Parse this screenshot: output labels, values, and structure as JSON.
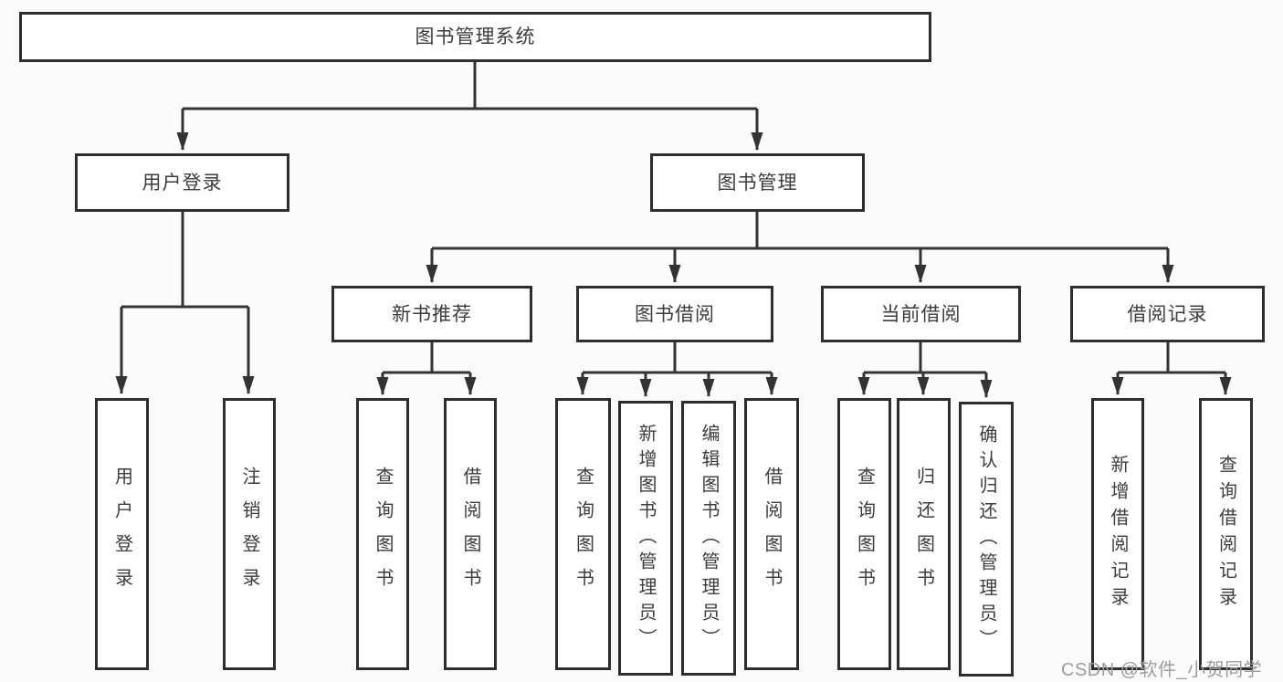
{
  "colors": {
    "background": "#fbfbfb",
    "box_bg": "#ffffff",
    "border": "#2e2e2e",
    "line": "#333333",
    "text": "#3c3c3c",
    "watermark": "#9c9c9c"
  },
  "root": {
    "label": "图书管理系统"
  },
  "branches": {
    "user_login": {
      "label": "用户登录"
    },
    "book_mgmt": {
      "label": "图书管理"
    }
  },
  "modules": {
    "new_book_rec": {
      "label": "新书推荐"
    },
    "book_borrow": {
      "label": "图书借阅"
    },
    "current_borrow": {
      "label": "当前借阅"
    },
    "borrow_records": {
      "label": "借阅记录"
    }
  },
  "leaves": {
    "user_login": {
      "label": "用户登录"
    },
    "logout_login": {
      "label": "注销登录"
    },
    "rec_query_book": {
      "label": "查询图书"
    },
    "rec_borrow_book": {
      "label": "借阅图书"
    },
    "bb_query_book": {
      "label": "查询图书"
    },
    "bb_add_book": {
      "label": "新增图书（管理员）"
    },
    "bb_edit_book": {
      "label": "编辑图书（管理员）"
    },
    "bb_borrow_book": {
      "label": "借阅图书"
    },
    "cb_query_book": {
      "label": "查询图书"
    },
    "cb_return_book": {
      "label": "归还图书"
    },
    "cb_confirm_return": {
      "label": "确认归还（管理员）"
    },
    "br_add_record": {
      "label": "新增借阅记录"
    },
    "br_query_record": {
      "label": "查询借阅记录"
    }
  },
  "watermark": {
    "text": "CSDN @软件_小贺同学"
  }
}
